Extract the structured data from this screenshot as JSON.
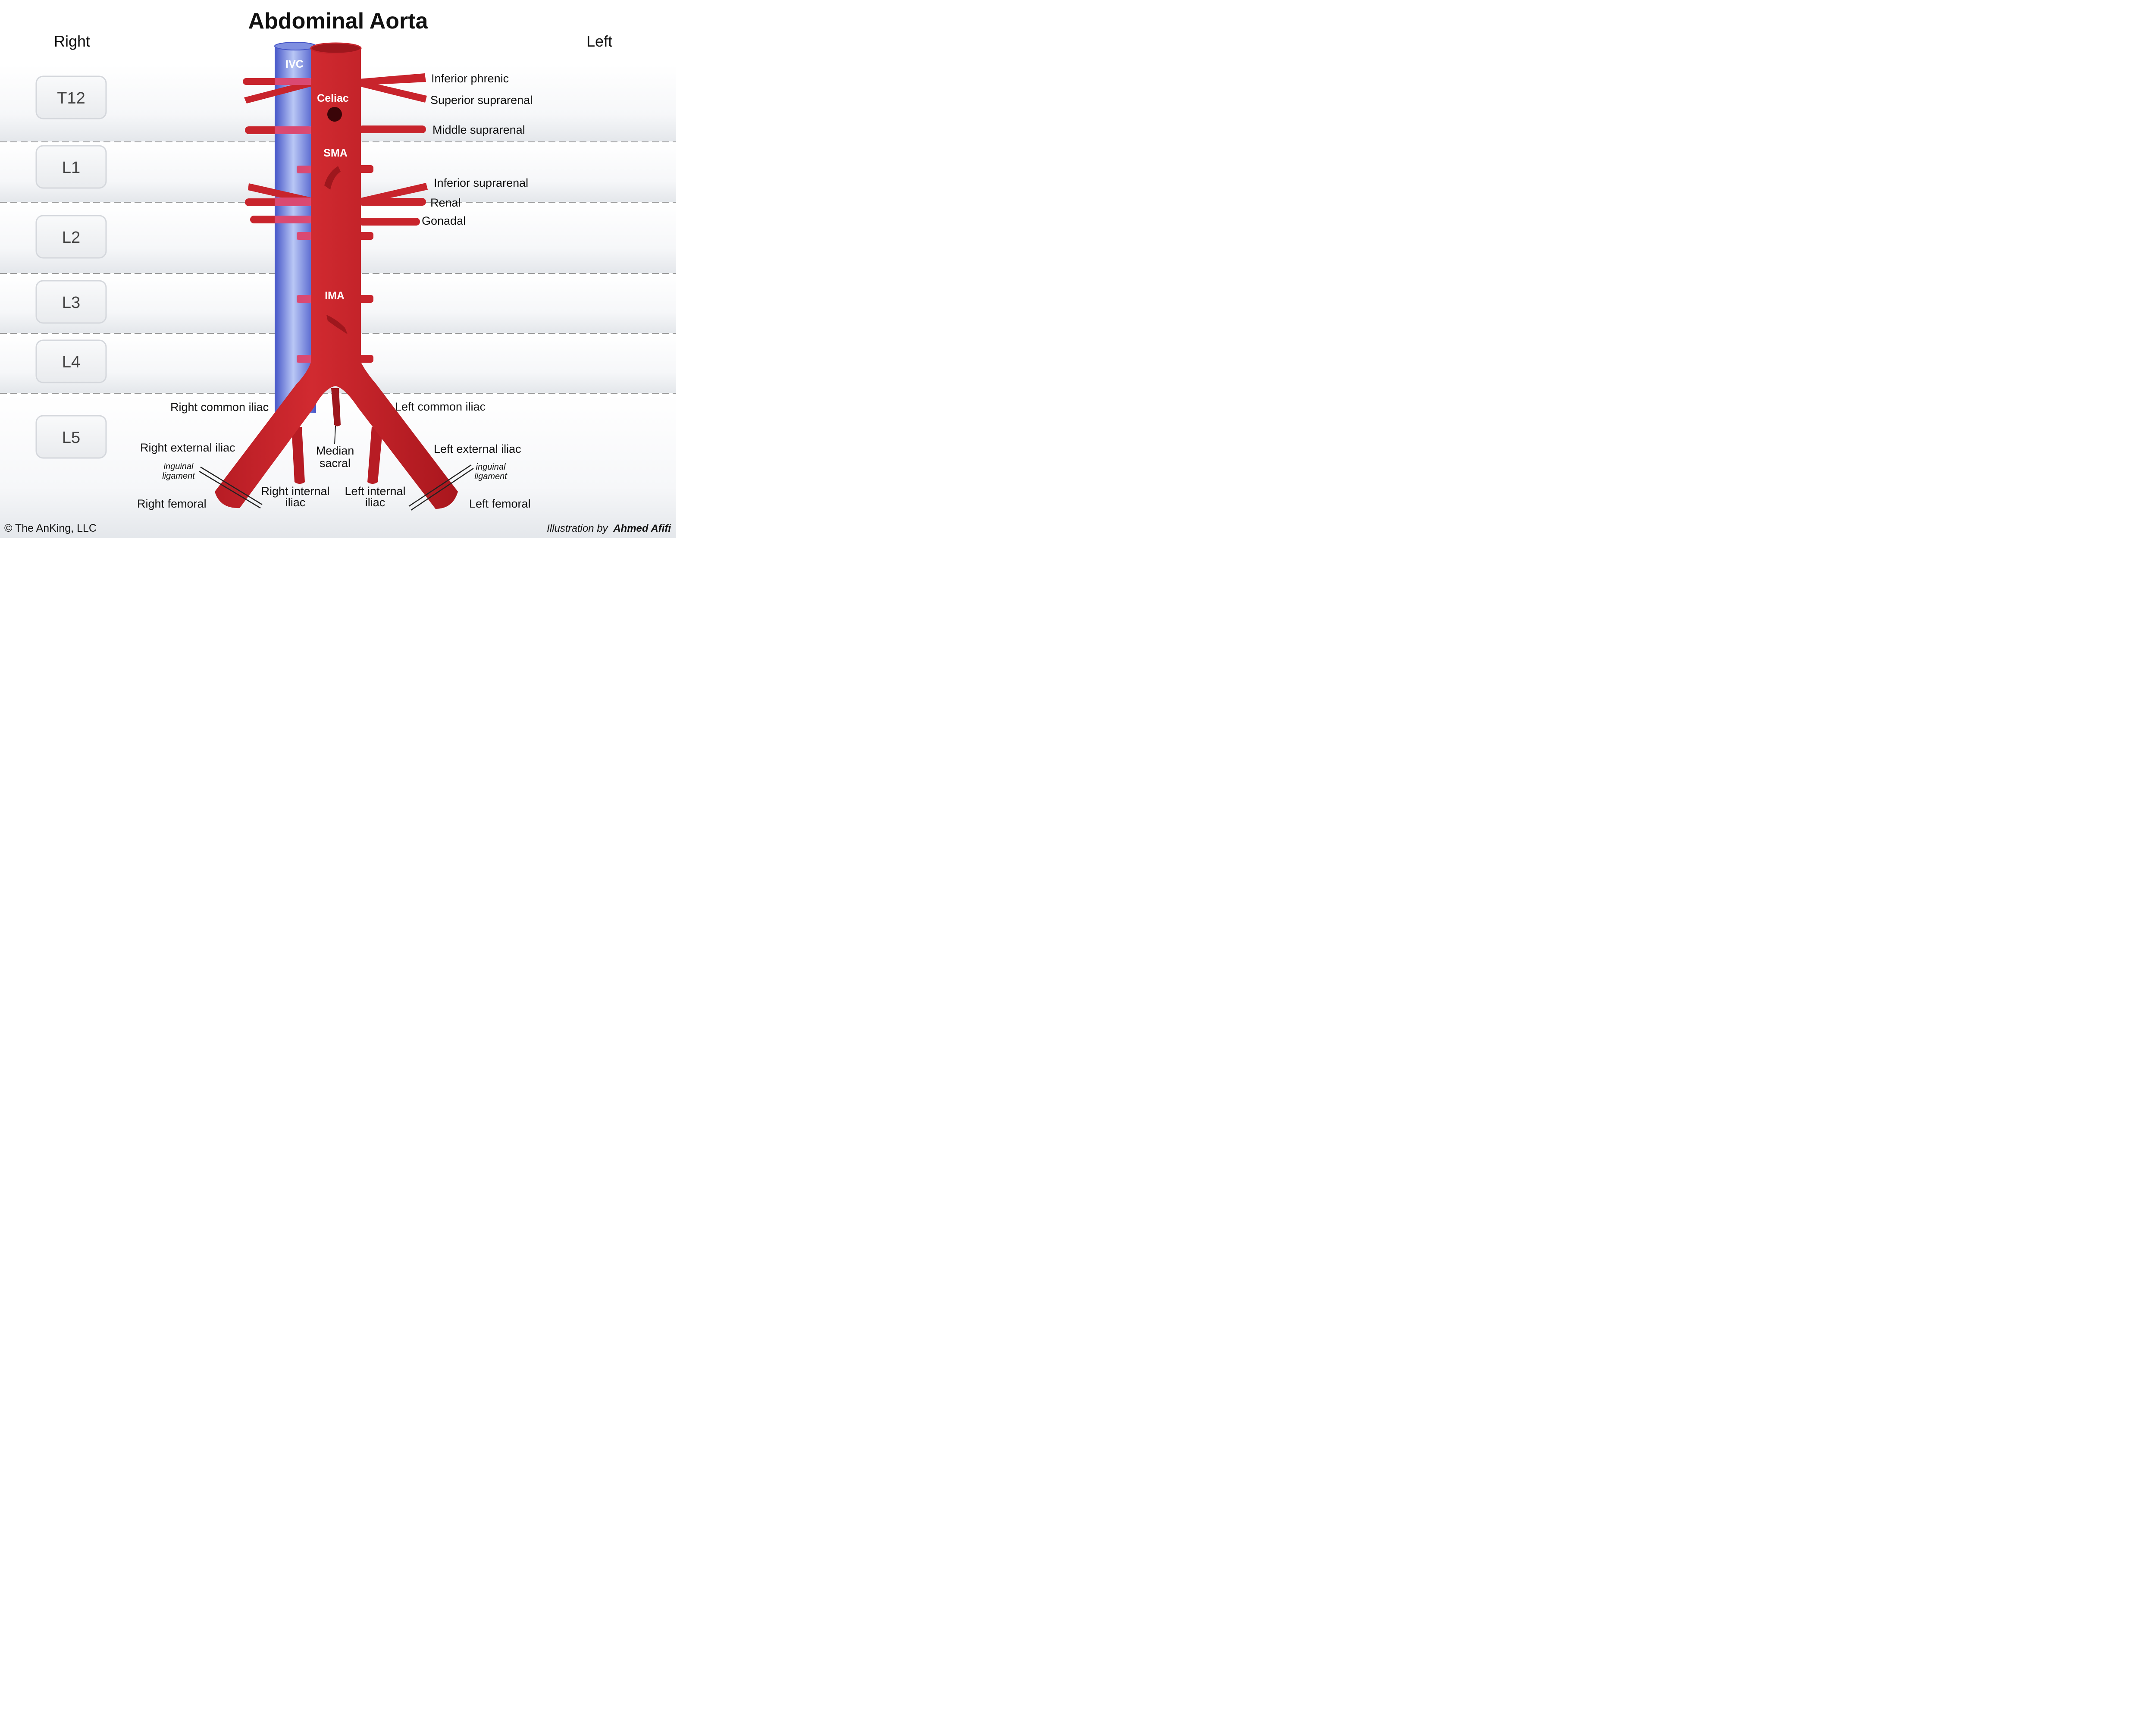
{
  "title": "Abdominal Aorta",
  "side_labels": {
    "right": "Right",
    "left": "Left"
  },
  "vertebrae": [
    {
      "label": "T12"
    },
    {
      "label": "L1"
    },
    {
      "label": "L2"
    },
    {
      "label": "L3"
    },
    {
      "label": "L4"
    },
    {
      "label": "L5"
    }
  ],
  "vessel_labels": {
    "ivc": "IVC",
    "celiac": "Celiac",
    "sma": "SMA",
    "ima": "IMA"
  },
  "branch_labels": {
    "inferior_phrenic": "Inferior phrenic",
    "superior_suprarenal": "Superior suprarenal",
    "middle_suprarenal": "Middle suprarenal",
    "inferior_suprarenal": "Inferior suprarenal",
    "renal": "Renal",
    "gonadal": "Gonadal",
    "right_common_iliac": "Right common iliac",
    "left_common_iliac": "Left common iliac",
    "right_external_iliac": "Right external iliac",
    "left_external_iliac": "Left external iliac",
    "median_sacral_line1": "Median",
    "median_sacral_line2": "sacral",
    "right_internal_iliac_line1": "Right internal",
    "right_internal_iliac_line2": "iliac",
    "left_internal_iliac_line1": "Left internal",
    "left_internal_iliac_line2": "iliac",
    "right_femoral": "Right femoral",
    "left_femoral": "Left femoral",
    "inguinal_ligament_line1": "inguinal",
    "inguinal_ligament_line2": "ligament"
  },
  "footer": {
    "copyright": "© The AnKing, LLC",
    "credit_prefix": "Illustration by",
    "credit_author": "Ahmed Afifi"
  },
  "colors": {
    "aorta": "#c8242c",
    "aorta_dark": "#8e1418",
    "ivc": "#5467d6",
    "ivc_light": "#b9c7f5",
    "ivc_overlap": "#e0568a",
    "divider": "#9a9a9a"
  }
}
